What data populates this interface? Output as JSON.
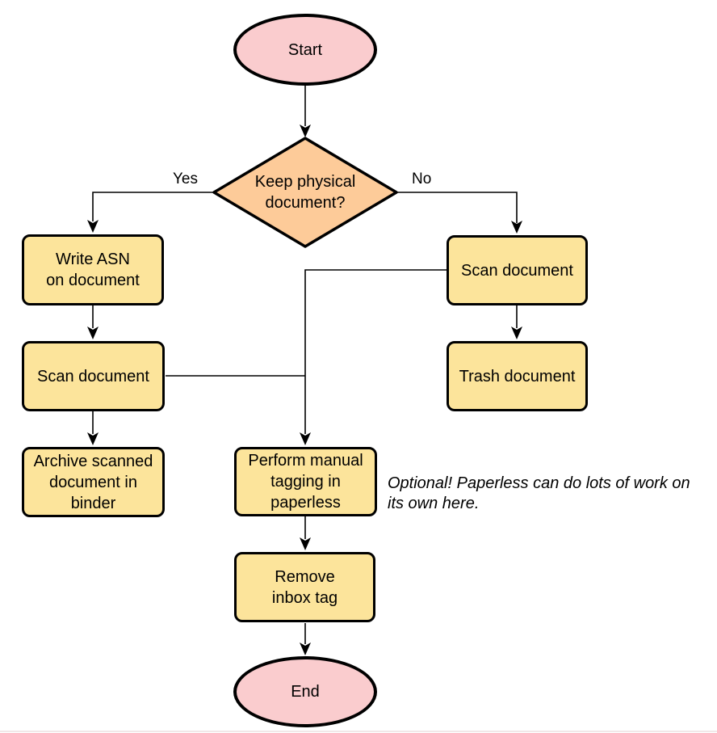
{
  "nodes": {
    "start": {
      "label": "Start",
      "type": "terminator"
    },
    "decision": {
      "label": "Keep physical\ndocument?",
      "type": "decision"
    },
    "write_asn": {
      "label": "Write ASN\non document",
      "type": "process"
    },
    "scan_left": {
      "label": "Scan document",
      "type": "process"
    },
    "archive": {
      "label": "Archive scanned\ndocument in\nbinder",
      "type": "process"
    },
    "scan_right": {
      "label": "Scan document",
      "type": "process"
    },
    "trash": {
      "label": "Trash document",
      "type": "process"
    },
    "tagging": {
      "label": "Perform manual\ntagging in\npaperless",
      "type": "process"
    },
    "remove_inbox": {
      "label": "Remove\ninbox tag",
      "type": "process"
    },
    "end": {
      "label": "End",
      "type": "terminator"
    }
  },
  "edge_labels": {
    "yes": "Yes",
    "no": "No"
  },
  "annotation": {
    "text": "Optional! Paperless can do lots of work on\nits own here."
  },
  "colors": {
    "terminator_fill": "#FACCCE",
    "decision_fill": "#FDCB99",
    "process_fill": "#FCE49B",
    "stroke": "#000000",
    "background": "#FFFFFF"
  }
}
